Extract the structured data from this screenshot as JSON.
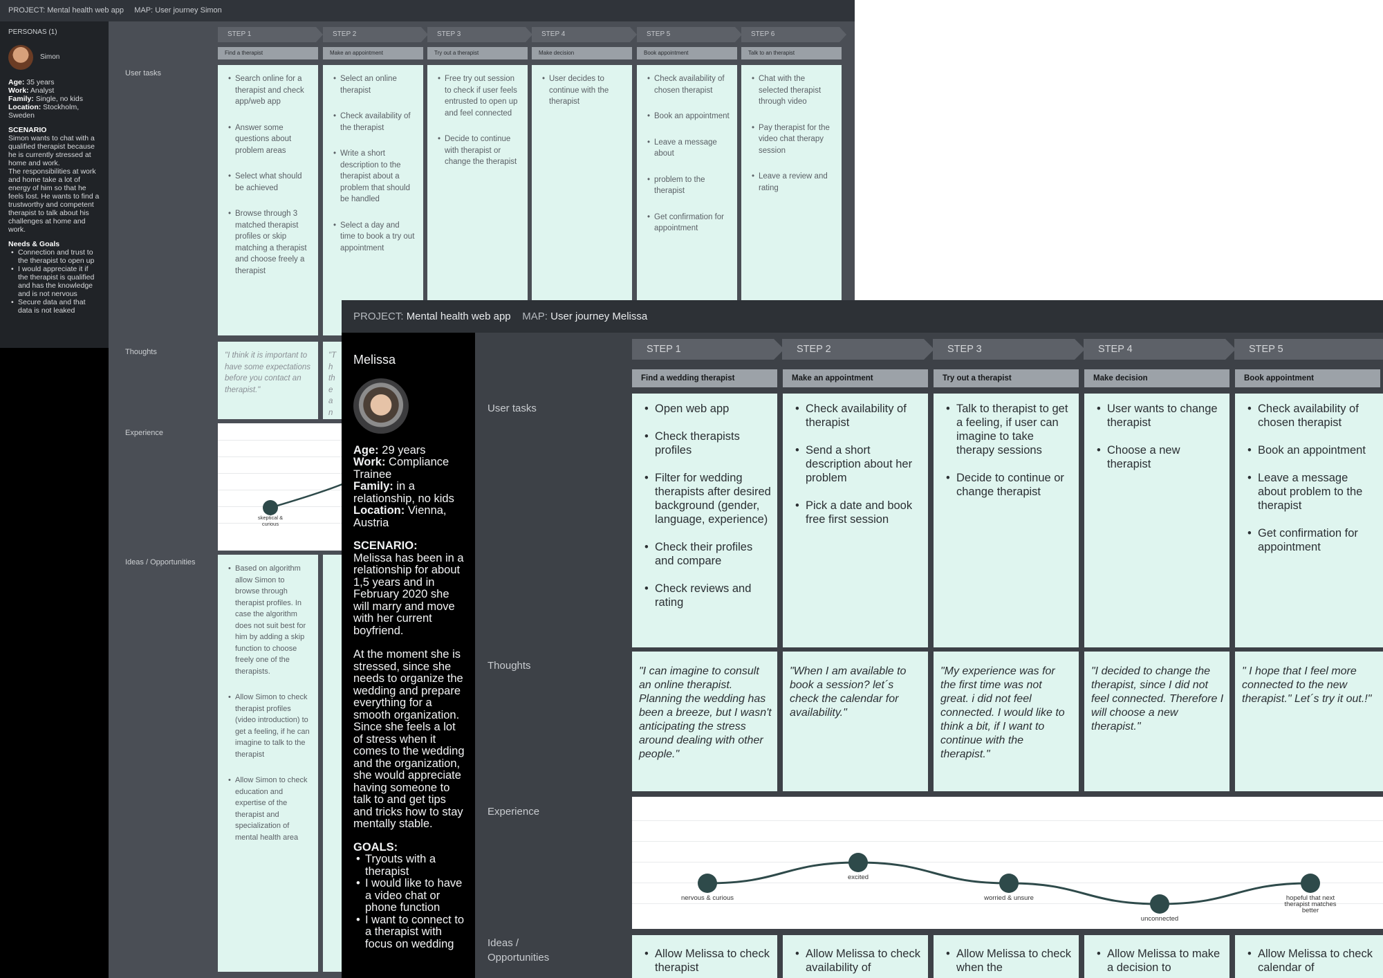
{
  "simon": {
    "project_label": "PROJECT:",
    "project_value": "Mental health web app",
    "map_label": "MAP:",
    "map_value": "User journey Simon",
    "personas_heading": "PERSONAS (1)",
    "name": "Simon",
    "age_label": "Age:",
    "age": "35 years",
    "work_label": "Work:",
    "work": "Analyst",
    "family_label": "Family:",
    "family": "Single, no kids",
    "location_label": "Location:",
    "location": "Stockholm, Sweden",
    "scenario_title": "SCENARIO",
    "scenario_1": "Simon wants to chat with a qualified therapist because he is currently stressed at home and work.",
    "scenario_2": "The responsibilities at work and home take a lot of energy of him so that he feels lost. He wants to find a trustworthy and competent therapist to talk about his challenges at home and work.",
    "needs_title": "Needs & Goals",
    "needs": [
      "Connection and trust to the therapist to open up",
      "I would appreciate it if the therapist is qualified and has the knowledge and is not nervous",
      "Secure data and that data is not leaked"
    ],
    "lanes": {
      "tasks": "User tasks",
      "thoughts": "Thoughts",
      "experience": "Experience",
      "ideas": "Ideas / Opportunities"
    },
    "steps": [
      {
        "label": "STEP 1",
        "phase": "Find a therapist",
        "tasks": [
          "Search online for a therapist and check app/web app",
          "Answer some questions about problem areas",
          "Select what should be achieved",
          "Browse through 3 matched therapist profiles  or skip matching a therapist and choose freely a therapist"
        ]
      },
      {
        "label": "STEP 2",
        "phase": "Make an appointment",
        "tasks": [
          "Select an online therapist",
          "Check availability of the therapist",
          "Write a short description to the therapist about a problem that should be handled",
          "Select a day and time to book a try out appointment"
        ]
      },
      {
        "label": "STEP 3",
        "phase": "Try out a therapist",
        "tasks": [
          "Free try out session to check if user feels entrusted to open up and feel connected",
          "Decide to continue with therapist or change the therapist"
        ]
      },
      {
        "label": "STEP 4",
        "phase": "Make decision",
        "tasks": [
          "User decides to continue with the therapist"
        ]
      },
      {
        "label": "STEP 5",
        "phase": "Book appointment",
        "tasks": [
          "Check availability of chosen therapist",
          "Book an appointment",
          "Leave a message about",
          "problem to the therapist",
          "Get confirmation for appointment"
        ]
      },
      {
        "label": "STEP 6",
        "phase": "Talk to an therapist",
        "tasks": [
          "Chat with the selected therapist through video",
          "Pay therapist for the video chat therapy session",
          "Leave a review and rating"
        ]
      }
    ],
    "thought_1": "\"I think it is important to have some expectations before you contact an therapist.\"",
    "thought_2_fragment": "\"Th the and ope",
    "experience_point_1": "skeptical & curious",
    "ideas_1": [
      "Based on algorithm allow Simon to browse through therapist profiles. In case the algorithm does not suit best for him by adding a skip function to choose freely one of the therapists.",
      "Allow Simon to check therapist profiles (video introduction) to get a feeling, if he can imagine to talk to the therapist",
      "Allow Simon to check education and expertise of the therapist and specialization of mental health area"
    ]
  },
  "melissa": {
    "project_label": "PROJECT:",
    "project_value": "Mental health web app",
    "map_label": "MAP:",
    "map_value": "User journey Melissa",
    "name": "Melissa",
    "age_label": "Age:",
    "age": "29 years",
    "work_label": "Work:",
    "work": "Compliance Trainee",
    "family_label": "Family:",
    "family": "in a relationship, no kids",
    "location_label": "Location:",
    "location": "Vienna, Austria",
    "scenario_title": "SCENARIO:",
    "scenario_1": "Melissa has been in a relationship for about 1,5 years and in February 2020 she will marry and move with her current boyfriend.",
    "scenario_2": "At the moment she is stressed, since she needs to organize the wedding and prepare everything for a smooth organization. Since she feels a lot of stress when it comes to the wedding and the organization, she would appreciate having someone to talk to and get tips and tricks how to stay mentally stable.",
    "goals_title": "GOALS:",
    "goals": [
      "Tryouts with a therapist",
      "I would like to have a video chat or phone function",
      "I want to connect to a therapist with focus on wedding"
    ],
    "lanes": {
      "tasks": "User tasks",
      "thoughts": "Thoughts",
      "experience": "Experience",
      "ideas": "Ideas / Opportunities"
    },
    "steps": [
      {
        "label": "STEP 1",
        "phase": "Find a wedding therapist",
        "tasks": [
          "Open web app",
          "Check therapists profiles",
          "Filter for wedding therapists after desired background (gender, language, experience)",
          "Check their profiles and compare",
          "Check reviews and rating"
        ],
        "thought": "\"I can imagine to consult an online therapist. Planning the wedding has been a breeze, but I wasn't anticipating the stress around dealing with other people.\"",
        "idea": "Allow Melissa to check therapist"
      },
      {
        "label": "STEP 2",
        "phase": "Make an appointment",
        "tasks": [
          "Check availability of therapist",
          "Send a short description about her problem",
          "Pick a date and book free first session"
        ],
        "thought": "\"When I am available to book a session? let´s check the calendar for availability.\"",
        "idea": "Allow Melissa to check availability of"
      },
      {
        "label": "STEP 3",
        "phase": "Try out a therapist",
        "tasks": [
          "Talk to therapist to get a feeling, if user can imagine to take therapy sessions",
          "Decide to continue or change therapist"
        ],
        "thought": "\"My experience was for the first time was not great. i did not feel connected. I would like to think a bit, if I want to continue with the therapist.\"",
        "idea": "Allow Melissa to check when the"
      },
      {
        "label": "STEP 4",
        "phase": "Make decision",
        "tasks": [
          "User wants to change therapist",
          "Choose a new therapist"
        ],
        "thought": "\"I decided to change the therapist, since I did not feel connected. Therefore I will choose a new therapist.\"",
        "idea": "Allow Melissa to make a decision to"
      },
      {
        "label": "STEP 5",
        "phase": "Book appointment",
        "tasks": [
          "Check availability of chosen therapist",
          "Book an appointment",
          "Leave a message about problem to the therapist",
          "Get confirmation for appointment"
        ],
        "thought": "\" I hope that I feel more connected to the new therapist.\" Let´s try it out.!\"",
        "idea": "Allow Melissa to check calendar of"
      }
    ],
    "experience_points": [
      {
        "label": "nervous & curious",
        "level": 2
      },
      {
        "label": "excited",
        "level": 3
      },
      {
        "label": "worried & unsure",
        "level": 2
      },
      {
        "label": "unconnected",
        "level": 1
      },
      {
        "label": "hopeful that next therapist matches better",
        "level": 2
      }
    ]
  },
  "colors": {
    "card": "#dff5ef",
    "node": "#2e4a4a",
    "board": "#3d4147"
  }
}
